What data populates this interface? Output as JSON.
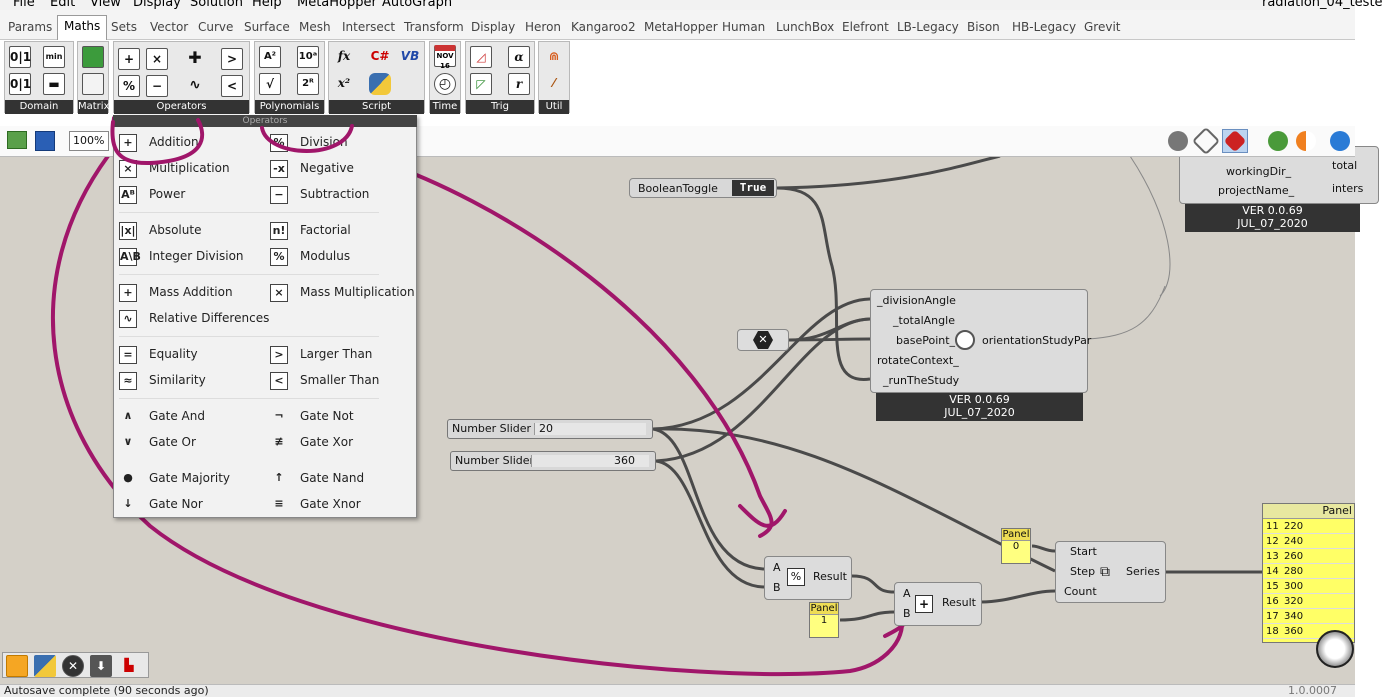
{
  "menubar": {
    "items": [
      "File",
      "Edit",
      "View",
      "Display",
      "Solution",
      "Help",
      "MetaHopper",
      "AutoGraph"
    ],
    "window_title": "radiation_04_teste"
  },
  "tabs": [
    "Params",
    "Maths",
    "Sets",
    "Vector",
    "Curve",
    "Surface",
    "Mesh",
    "Intersect",
    "Transform",
    "Display",
    "Heron",
    "Kangaroo2",
    "MetaHopper",
    "Human",
    "LunchBox",
    "Elefront",
    "LB-Legacy",
    "Bison",
    "HB-Legacy",
    "Grevit"
  ],
  "active_tab": "Maths",
  "ribbon_groups": [
    "Domain",
    "Matrix",
    "Operators",
    "Polynomials",
    "Script",
    "Time",
    "Trig",
    "Util"
  ],
  "ribbon_icons": {
    "domain": [
      "0|1",
      "min max",
      "0|1",
      "▬"
    ],
    "operators": [
      "+",
      "×",
      "%",
      "−",
      ">",
      "<"
    ],
    "polynomials": [
      "A²",
      "10ᵃ",
      "√",
      "2ᴿ"
    ],
    "script": [
      "fx",
      "x²",
      "C#",
      "VB"
    ],
    "time": [
      "NOV 16",
      "◴"
    ],
    "trig": [
      "α",
      "r"
    ]
  },
  "zoom": "100%",
  "dropdown": {
    "header": "Operators",
    "items": [
      {
        "label": "Addition",
        "icon": "+"
      },
      {
        "label": "Division",
        "icon": "%"
      },
      {
        "label": "Multiplication",
        "icon": "×"
      },
      {
        "label": "Negative",
        "icon": "-x"
      },
      {
        "label": "Power",
        "icon": "Aᴮ"
      },
      {
        "label": "Subtraction",
        "icon": "−"
      },
      {
        "label": "Absolute",
        "icon": "|x|"
      },
      {
        "label": "Factorial",
        "icon": "n!"
      },
      {
        "label": "Integer Division",
        "icon": "A\\B"
      },
      {
        "label": "Modulus",
        "icon": "%"
      },
      {
        "label": "Mass Addition",
        "icon": "+"
      },
      {
        "label": "Mass Multiplication",
        "icon": "×"
      },
      {
        "label": "Relative Differences",
        "icon": "∿"
      },
      {
        "label": "Equality",
        "icon": "="
      },
      {
        "label": "Larger Than",
        "icon": ">"
      },
      {
        "label": "Similarity",
        "icon": "≈"
      },
      {
        "label": "Smaller Than",
        "icon": "<"
      },
      {
        "label": "Gate And",
        "icon": "∧"
      },
      {
        "label": "Gate Not",
        "icon": "¬"
      },
      {
        "label": "Gate Or",
        "icon": "∨"
      },
      {
        "label": "Gate Xor",
        "icon": "≢"
      },
      {
        "label": "Gate Majority",
        "icon": "●"
      },
      {
        "label": "Gate Nand",
        "icon": "↑"
      },
      {
        "label": "Gate Nor",
        "icon": "↓"
      },
      {
        "label": "Gate Xnor",
        "icon": "≡"
      }
    ]
  },
  "canvas": {
    "boolean_toggle": {
      "label": "BooleanToggle",
      "value": "True"
    },
    "sliders": [
      {
        "label": "Number Slider",
        "value": "20"
      },
      {
        "label": "Number Slider",
        "value": "360"
      }
    ],
    "study_node": {
      "inputs": [
        "_divisionAngle",
        "_totalAngle",
        "basePoint_",
        "rotateContext_",
        "_runTheStudy"
      ],
      "output": "orientationStudyPar",
      "version": "VER 0.0.69",
      "date": "JUL_07_2020"
    },
    "top_node": {
      "inputs": [
        "workingDir_",
        "projectName_"
      ],
      "outputs": [
        "total",
        "inters"
      ],
      "version": "VER 0.0.69",
      "date": "JUL_07_2020"
    },
    "division_node": {
      "inputs": [
        "A",
        "B"
      ],
      "output": "Result"
    },
    "addition_node": {
      "inputs": [
        "A",
        "B"
      ],
      "output": "Result"
    },
    "panel_small_1": {
      "title": "Panel",
      "value": "1"
    },
    "panel_small_0": {
      "title": "Panel",
      "value": "0"
    },
    "series_node": {
      "inputs": [
        "Start",
        "Step",
        "Count"
      ],
      "output": "Series"
    },
    "big_panel": {
      "title": "Panel",
      "rows": [
        [
          "11",
          "220"
        ],
        [
          "12",
          "240"
        ],
        [
          "13",
          "260"
        ],
        [
          "14",
          "280"
        ],
        [
          "15",
          "300"
        ],
        [
          "16",
          "320"
        ],
        [
          "17",
          "340"
        ],
        [
          "18",
          "360"
        ]
      ]
    }
  },
  "status": {
    "message": "Autosave complete (90 seconds ago)",
    "version": "1.0.0007"
  },
  "colors": {
    "annotation": "#a0166a",
    "canvas": "#d4d0c8",
    "panel": "#ffff80"
  }
}
